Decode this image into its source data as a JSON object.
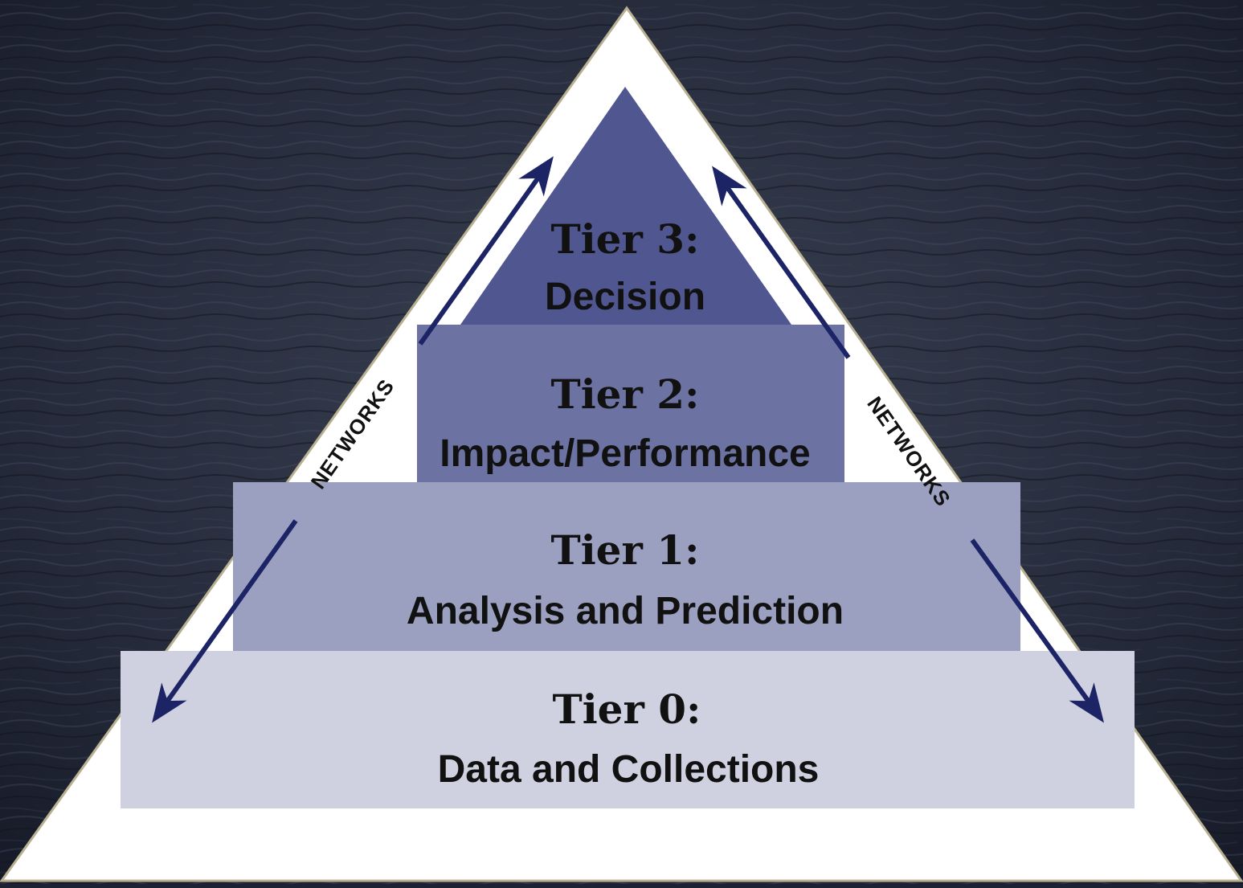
{
  "tiers": [
    {
      "title": "Tier 3:",
      "subtitle": "Decision",
      "color": "#4f5690"
    },
    {
      "title": "Tier 2:",
      "subtitle": "Impact/Performance",
      "color": "#6c73a3"
    },
    {
      "title": "Tier 1:",
      "subtitle": "Analysis and Prediction",
      "color": "#9ba0c1"
    },
    {
      "title": "Tier 0:",
      "subtitle": "Data and Collections",
      "color": "#cfd1e1"
    }
  ],
  "side_labels": {
    "left": "NETWORKS",
    "right": "NETWORKS"
  },
  "colors": {
    "background": "#1c2233",
    "outer_triangle": "#ffffff",
    "arrow": "#1c2466"
  }
}
